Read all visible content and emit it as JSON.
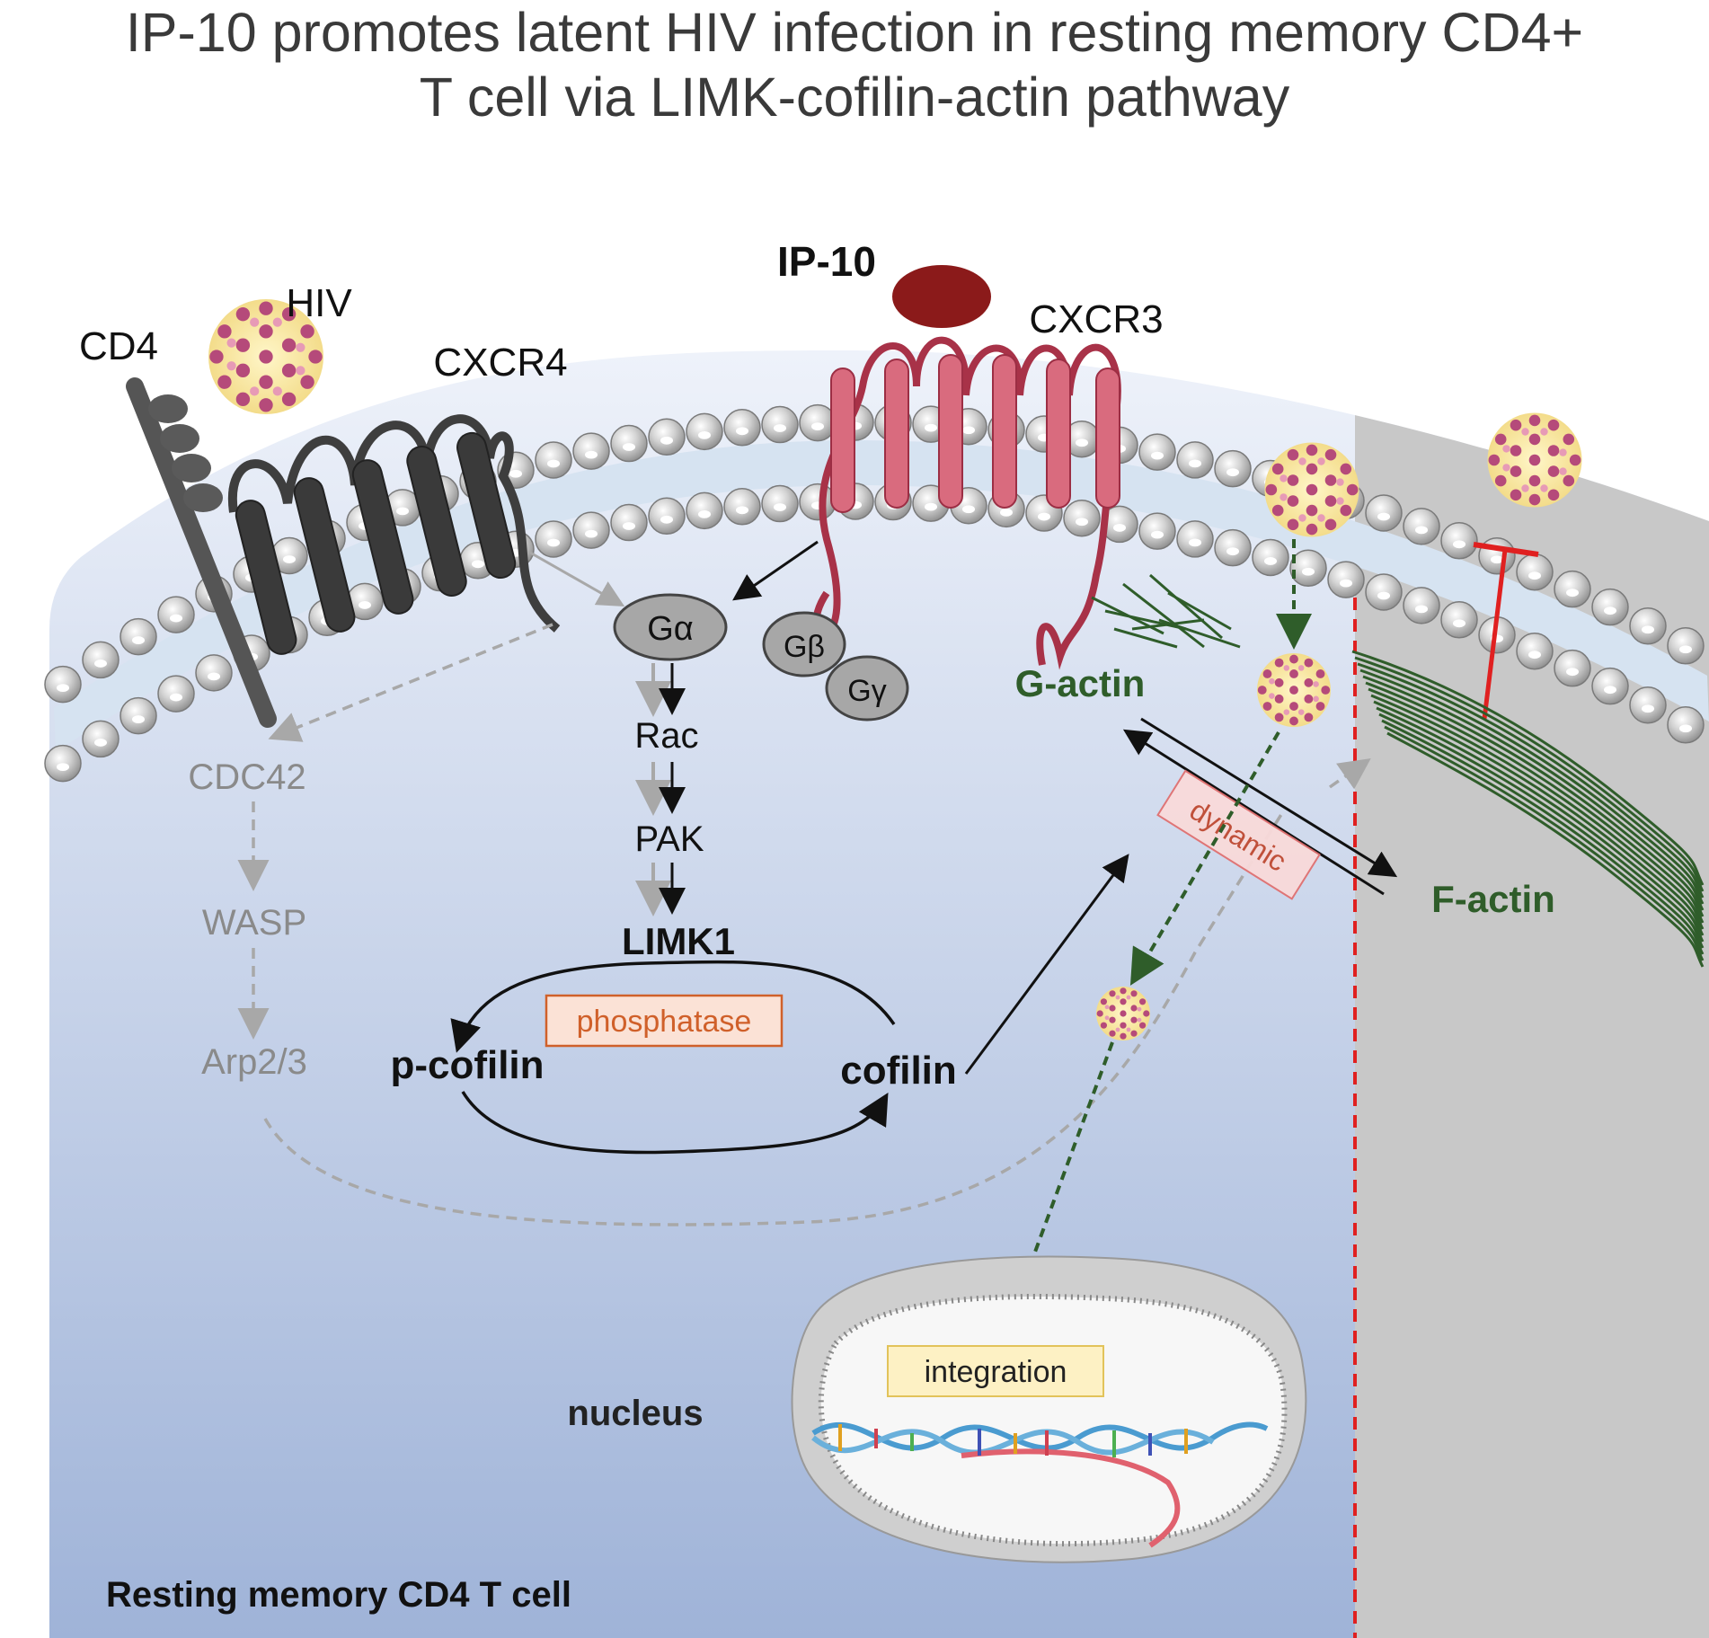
{
  "title": {
    "line1": "IP-10 promotes latent HIV infection in resting memory CD4+",
    "line2": "T cell via LIMK-cofilin-actin pathway"
  },
  "labels": {
    "ip10": "IP-10",
    "cxcr3": "CXCR3",
    "cd4": "CD4",
    "hiv": "HIV",
    "cxcr4": "CXCR4",
    "g_alpha": "Gα",
    "g_beta": "Gβ",
    "g_gamma": "Gγ",
    "rac": "Rac",
    "pak": "PAK",
    "limk1": "LIMK1",
    "phosphatase": "phosphatase",
    "p_cofilin": "p-cofilin",
    "cofilin": "cofilin",
    "cdc42": "CDC42",
    "wasp": "WASP",
    "arp23": "Arp2/3",
    "g_actin": "G-actin",
    "f_actin": "F-actin",
    "dynamic": "dynamic",
    "integration": "integration",
    "nucleus": "nucleus",
    "cell_label": "Resting memory CD4 T cell"
  },
  "colors": {
    "cytoplasm_top": "#e9eef8",
    "cytoplasm_bottom": "#9eb2d6",
    "membrane_head": "#bdbdbd",
    "cxcr3": "#c85b6e",
    "ip10_ligand": "#8b1a1a",
    "cxcr4": "#4a4a4a",
    "actin_green": "#2f5d2a",
    "inhibit_red": "#e02020",
    "phosphatase_text": "#d0602a",
    "integration_box": "#fdf1c4",
    "cortex_gray": "#c8c8c8"
  }
}
